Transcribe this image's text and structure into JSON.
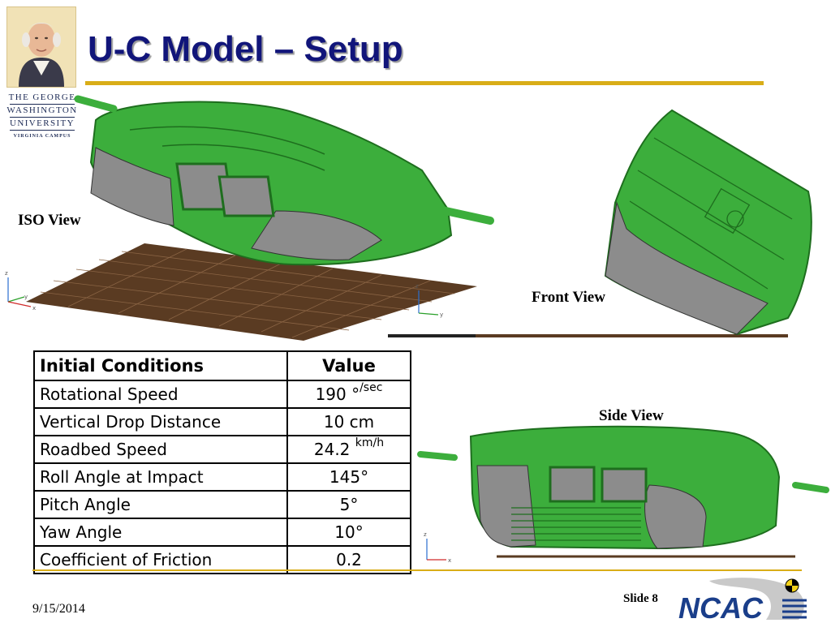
{
  "header": {
    "title": "U-C Model – Setup",
    "university": {
      "lines": [
        "THE GEORGE",
        "WASHINGTON",
        "UNIVERSITY"
      ],
      "campus": "VIRGINIA CAMPUS"
    }
  },
  "views": {
    "iso_label": "ISO View",
    "front_label": "Front View",
    "side_label": "Side View"
  },
  "axes": {
    "z": "z",
    "y": "y",
    "x": "x"
  },
  "table": {
    "headers": [
      "Initial Conditions",
      "Value"
    ],
    "rows": [
      {
        "name": "Rotational Speed",
        "value": "190 °",
        "unit": "/sec"
      },
      {
        "name": "Vertical Drop Distance",
        "value": "10 cm",
        "unit": ""
      },
      {
        "name": "Roadbed Speed",
        "value": "24.2 ",
        "unit": "km/h"
      },
      {
        "name": "Roll Angle at Impact",
        "value": "145°",
        "unit": ""
      },
      {
        "name": "Pitch Angle",
        "value": "5°",
        "unit": ""
      },
      {
        "name": "Yaw Angle",
        "value": "10°",
        "unit": ""
      },
      {
        "name": "Coefficient of Friction",
        "value": "0.2",
        "unit": ""
      }
    ]
  },
  "footer": {
    "date": "9/15/2014",
    "slide": "Slide 8",
    "logo_text": "NCAC"
  },
  "colors": {
    "title": "#11157a",
    "rule": "#d9ad17",
    "car_green": "#3cae3c",
    "panel_gray": "#8c8c8c",
    "roadbed": "#5a3b22"
  }
}
